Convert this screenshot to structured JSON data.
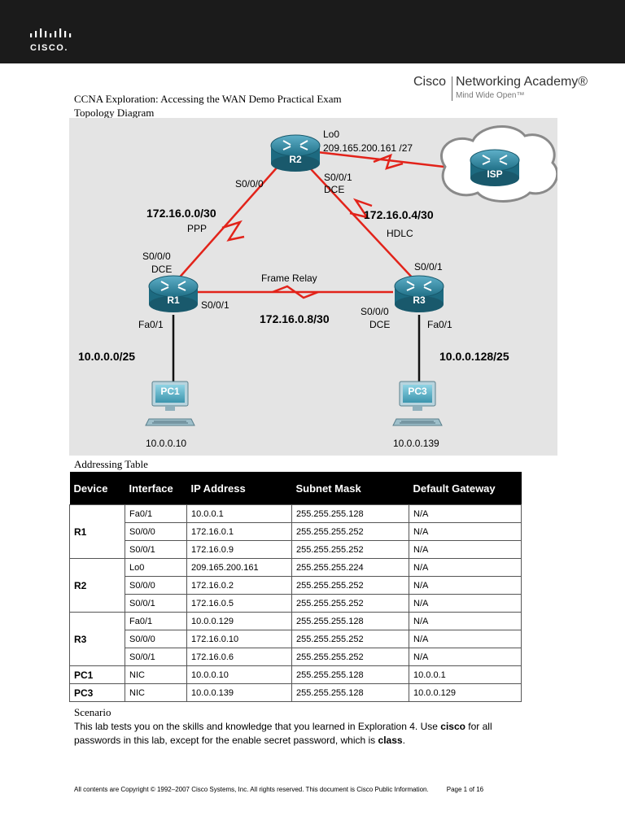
{
  "header": {
    "logo_text": "CISCO.",
    "logo_icon": "cisco-bars-icon"
  },
  "title": {
    "line1": "CCNA Exploration: Accessing the WAN Demo Practical Exam",
    "line2": "Topology Diagram"
  },
  "brand": {
    "cisco": "Cisco",
    "academy": "Networking Academy®",
    "tagline": "Mind Wide Open™"
  },
  "topology": {
    "devices": {
      "r1": "R1",
      "r2": "R2",
      "r3": "R3",
      "isp": "ISP",
      "pc1": "PC1",
      "pc3": "PC3"
    },
    "labels": {
      "lo0": "Lo0",
      "lo0_ip": "209.165.200.161 /27",
      "r2_s000": "S0/0/0",
      "r2_s001": "S0/0/1",
      "r2_dce": "DCE",
      "net_ppp": "172.16.0.0/30",
      "ppp": "PPP",
      "net_hdlc": "172.16.0.4/30",
      "hdlc": "HDLC",
      "r1_s000": "S0/0/0",
      "r1_dce": "DCE",
      "r3_s001": "S0/0/1",
      "frame_relay": "Frame Relay",
      "r1_s001": "S0/0/1",
      "r3_s000": "S0/0/0",
      "r3_dce": "DCE",
      "r1_fa": "Fa0/1",
      "r3_fa": "Fa0/1",
      "net_fr": "172.16.0.8/30",
      "lan1": "10.0.0.0/25",
      "lan3": "10.0.0.128/25",
      "pc1_ip": "10.0.0.10",
      "pc3_ip": "10.0.0.139"
    }
  },
  "addressing": {
    "title": "Addressing Table",
    "headers": [
      "Device",
      "Interface",
      "IP Address",
      "Subnet Mask",
      "Default Gateway"
    ],
    "rows": [
      [
        "R1",
        "Fa0/1",
        "10.0.0.1",
        "255.255.255.128",
        "N/A"
      ],
      [
        "",
        "S0/0/0",
        "172.16.0.1",
        "255.255.255.252",
        "N/A"
      ],
      [
        "",
        "S0/0/1",
        "172.16.0.9",
        "255.255.255.252",
        "N/A"
      ],
      [
        "R2",
        "Lo0",
        "209.165.200.161",
        "255.255.255.224",
        "N/A"
      ],
      [
        "",
        "S0/0/0",
        "172.16.0.2",
        "255.255.255.252",
        "N/A"
      ],
      [
        "",
        "S0/0/1",
        "172.16.0.5",
        "255.255.255.252",
        "N/A"
      ],
      [
        "R3",
        "Fa0/1",
        "10.0.0.129",
        "255.255.255.128",
        "N/A"
      ],
      [
        "",
        "S0/0/0",
        "172.16.0.10",
        "255.255.255.252",
        "N/A"
      ],
      [
        "",
        "S0/0/1",
        "172.16.0.6",
        "255.255.255.252",
        "N/A"
      ],
      [
        "PC1",
        "NIC",
        "10.0.0.10",
        "255.255.255.128",
        "10.0.0.1"
      ],
      [
        "PC3",
        "NIC",
        "10.0.0.139",
        "255.255.255.128",
        "10.0.0.129"
      ]
    ]
  },
  "scenario": {
    "title": "Scenario",
    "text1": "This lab tests you on the skills and knowledge that you learned in Exploration 4. Use ",
    "bold1": "cisco",
    "text2": " for all passwords in this lab, except for the enable secret password, which is ",
    "bold2": "class",
    "text3": "."
  },
  "footer": {
    "copyright": "All contents are Copyright © 1992–2007 Cisco Systems, Inc. All rights reserved. This document is Cisco Public Information.",
    "page": "Page 1 of 16"
  }
}
